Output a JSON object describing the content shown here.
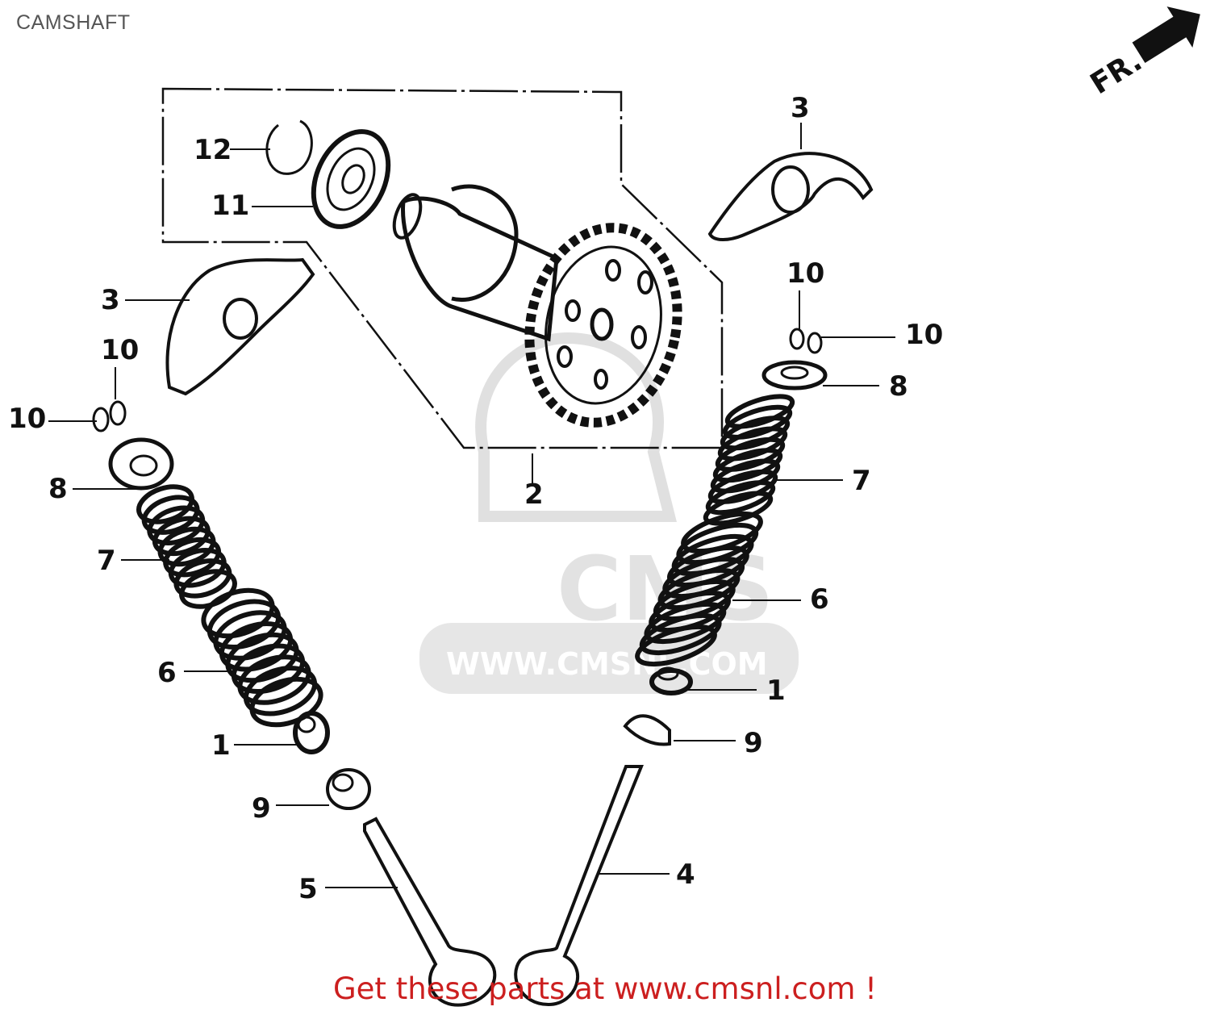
{
  "title": "CAMSHAFT",
  "front_label": "FR.",
  "watermark": {
    "text": "WWW.CMSNL.COM",
    "logo": "CMS"
  },
  "footer": {
    "text": "Get these parts at www.cmsnl.com !"
  },
  "callouts": [
    {
      "label": "12"
    },
    {
      "label": "11"
    },
    {
      "label": "3"
    },
    {
      "label": "3"
    },
    {
      "label": "10"
    },
    {
      "label": "10"
    },
    {
      "label": "10"
    },
    {
      "label": "10"
    },
    {
      "label": "8"
    },
    {
      "label": "8"
    },
    {
      "label": "7"
    },
    {
      "label": "7"
    },
    {
      "label": "2"
    },
    {
      "label": "6"
    },
    {
      "label": "6"
    },
    {
      "label": "1"
    },
    {
      "label": "1"
    },
    {
      "label": "9"
    },
    {
      "label": "9"
    },
    {
      "label": "5"
    },
    {
      "label": "4"
    }
  ],
  "colors": {
    "ink": "#111111",
    "title": "#555555",
    "link": "#cc1f1f",
    "watermark": "#d9d9d9"
  }
}
